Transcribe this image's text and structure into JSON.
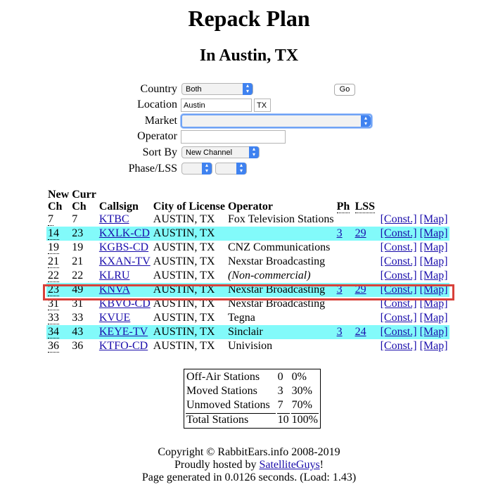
{
  "page": {
    "title": "Repack Plan",
    "subtitle": "In Austin, TX"
  },
  "form": {
    "country_label": "Country",
    "country_value": "Both",
    "go_label": "Go",
    "location_label": "Location",
    "location_value": "Austin",
    "state_value": "TX",
    "market_label": "Market",
    "market_value": "",
    "operator_label": "Operator",
    "operator_value": "",
    "sortby_label": "Sort By",
    "sortby_value": "New Channel",
    "phase_label": "Phase/LSS",
    "phase_value": "",
    "lss_value": ""
  },
  "table": {
    "headers": {
      "new_ch": "New Ch",
      "new1": "New",
      "ch1": "Ch",
      "curr1": "Curr",
      "ch2": "Ch",
      "callsign": "Callsign",
      "city": "City of License",
      "operator": "Operator",
      "ph": "Ph",
      "lss": "LSS"
    },
    "rows": [
      {
        "new": "7",
        "curr": "7",
        "call": "KTBC",
        "city": "AUSTIN, TX",
        "op": "Fox Television Stations",
        "ph": "",
        "lss": "",
        "const": "[Const.]",
        "map": "[Map]",
        "hl": false
      },
      {
        "new": "14",
        "curr": "23",
        "call": "KXLK-CD",
        "city": "AUSTIN, TX",
        "op": "",
        "ph": "3",
        "lss": "29",
        "const": "[Const.]",
        "map": "[Map]",
        "hl": true
      },
      {
        "new": "19",
        "curr": "19",
        "call": "KGBS-CD",
        "city": "AUSTIN, TX",
        "op": "CNZ Communications",
        "ph": "",
        "lss": "",
        "const": "[Const.]",
        "map": "[Map]",
        "hl": false
      },
      {
        "new": "21",
        "curr": "21",
        "call": "KXAN-TV",
        "city": "AUSTIN, TX",
        "op": "Nexstar Broadcasting",
        "ph": "",
        "lss": "",
        "const": "[Const.]",
        "map": "[Map]",
        "hl": false
      },
      {
        "new": "22",
        "curr": "22",
        "call": "KLRU",
        "city": "AUSTIN, TX",
        "op": "(Non-commercial)",
        "ph": "",
        "lss": "",
        "const": "[Const.]",
        "map": "[Map]",
        "hl": false,
        "italic": true
      },
      {
        "new": "23",
        "curr": "49",
        "call": "KNVA",
        "city": "AUSTIN, TX",
        "op": "Nexstar Broadcasting",
        "ph": "3",
        "lss": "29",
        "const": "[Const.]",
        "map": "[Map]",
        "hl": true
      },
      {
        "new": "31",
        "curr": "31",
        "call": "KBVO-CD",
        "city": "AUSTIN, TX",
        "op": "Nexstar Broadcasting",
        "ph": "",
        "lss": "",
        "const": "[Const.]",
        "map": "[Map]",
        "hl": false
      },
      {
        "new": "33",
        "curr": "33",
        "call": "KVUE",
        "city": "AUSTIN, TX",
        "op": "Tegna",
        "ph": "",
        "lss": "",
        "const": "[Const.]",
        "map": "[Map]",
        "hl": false
      },
      {
        "new": "34",
        "curr": "43",
        "call": "KEYE-TV",
        "city": "AUSTIN, TX",
        "op": "Sinclair",
        "ph": "3",
        "lss": "24",
        "const": "[Const.]",
        "map": "[Map]",
        "hl": true
      },
      {
        "new": "36",
        "curr": "36",
        "call": "KTFO-CD",
        "city": "AUSTIN, TX",
        "op": "Univision",
        "ph": "",
        "lss": "",
        "const": "[Const.]",
        "map": "[Map]",
        "hl": false
      }
    ]
  },
  "summary": [
    {
      "label": "Off-Air Stations",
      "count": "0",
      "pct": "0%"
    },
    {
      "label": "Moved Stations",
      "count": "3",
      "pct": "30%"
    },
    {
      "label": "Unmoved Stations",
      "count": "7",
      "pct": "70%"
    },
    {
      "label": "Total Stations",
      "count": "10",
      "pct": "100%"
    }
  ],
  "footer": {
    "copyright": "Copyright © RabbitEars.info 2008-2019",
    "hosted_prefix": "Proudly hosted by ",
    "hosted_link": "SatelliteGuys",
    "hosted_suffix": "!",
    "generated": "Page generated in 0.0126 seconds. (Load: 1.43)"
  },
  "colors": {
    "highlight_row": "#82fafa",
    "selection_box": "#d8413a",
    "link": "#1a0dab",
    "select_arrow": "#3f82f0"
  },
  "icons": {
    "select_arrow": "chevron-updown-icon"
  }
}
